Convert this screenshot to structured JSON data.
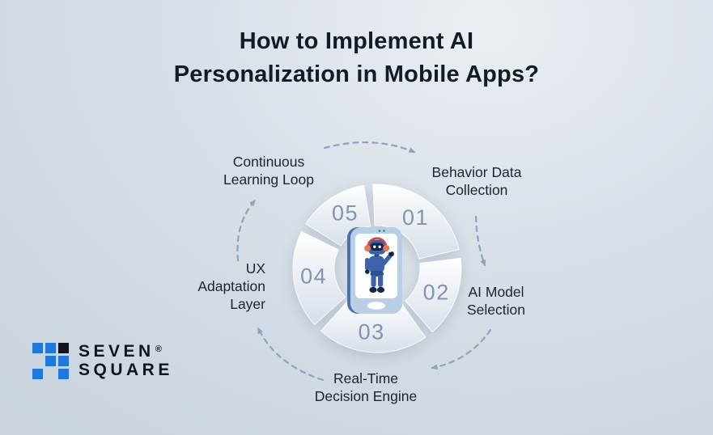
{
  "title": {
    "lines": [
      "How to Implement AI",
      "Personalization in Mobile Apps?"
    ]
  },
  "cycle": {
    "type": "circular-process",
    "center_illustration": "robot-waving-inside-smartphone",
    "steps": [
      {
        "num": "01",
        "label": "Behavior Data Collection",
        "start": -3,
        "end": 77,
        "num_angle": 37
      },
      {
        "num": "02",
        "label": "AI Model Selection",
        "start": 83,
        "end": 139,
        "num_angle": 112
      },
      {
        "num": "03",
        "label": "Real-Time Decision Engine",
        "start": 145,
        "end": 222,
        "num_angle": 185
      },
      {
        "num": "04",
        "label": "UX Adaptation Layer",
        "start": 228,
        "end": 296,
        "num_angle": 263
      },
      {
        "num": "05",
        "label": "Continuous Learning Loop",
        "start": 302,
        "end": 351,
        "num_angle": 330
      }
    ]
  },
  "callouts": {
    "continuous_learning_loop": [
      "Continuous",
      "Learning Loop"
    ],
    "behavior_data_collection": [
      "Behavior Data",
      "Collection"
    ],
    "ai_model_selection": [
      "AI Model",
      "Selection"
    ],
    "ux_adaptation_layer": [
      "UX",
      "Adaptation",
      "Layer"
    ],
    "real_time_decision_engine": [
      "Real-Time",
      "Decision Engine"
    ]
  },
  "logo": {
    "line1": "SEVEN",
    "line2": "SQUARE",
    "registered": "®",
    "grid": [
      [
        1,
        1,
        2
      ],
      [
        0,
        1,
        1
      ],
      [
        1,
        0,
        1
      ]
    ]
  },
  "colors": {
    "background": "#ccd7e0",
    "title": "#131c26",
    "label": "#1b2430",
    "step_number": "#8095b2",
    "arrow": "#8ba3c3",
    "segment_light": "#fdfeff",
    "segment_dark": "#d7dfe8",
    "logo_blue": "#1f78e0",
    "logo_black": "#10161c",
    "robot_blue": "#3c62ac",
    "robot_dark": "#152448",
    "accent_orange": "#e8764f",
    "phone_body": "#b9cfe6",
    "phone_edge": "#4a70ad"
  }
}
